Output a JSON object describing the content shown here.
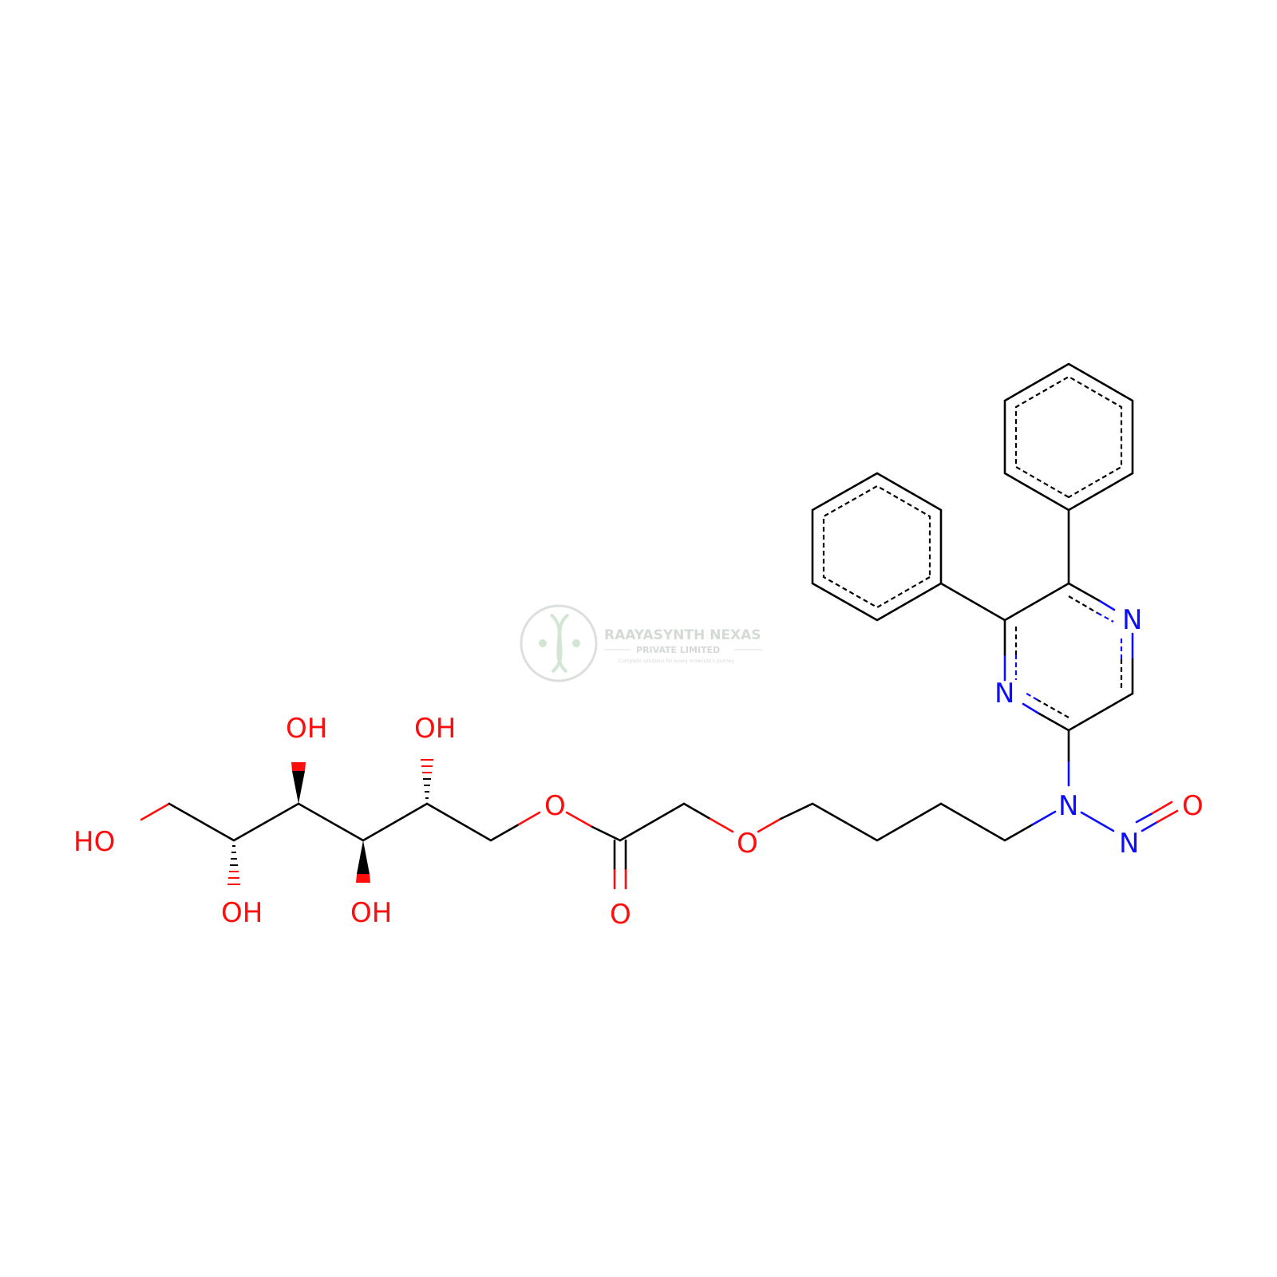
{
  "colors": {
    "bond": "#000000",
    "oxygen": "#ff0d0d",
    "nitrogen": "#0d0dff",
    "watermark": "#d8ddd8"
  },
  "watermark": {
    "logo_icon": "dna-helix-logo",
    "company": "RAAYASYNTH NEXAS",
    "subtitle": "PRIVATE LIMITED",
    "tagline": "Complete solutions for every molecule's journey"
  },
  "atoms": {
    "ho_terminal": "HO",
    "oh_c2": "OH",
    "oh_c3": "OH",
    "oh_c4": "OH",
    "oh_c5": "OH",
    "o_ester": "O",
    "o_carbonyl": "O",
    "o_ether": "O",
    "n_amine": "N",
    "n_nitroso": "N",
    "o_nitroso": "O",
    "n_ring_1": "N",
    "n_ring_4": "N"
  }
}
